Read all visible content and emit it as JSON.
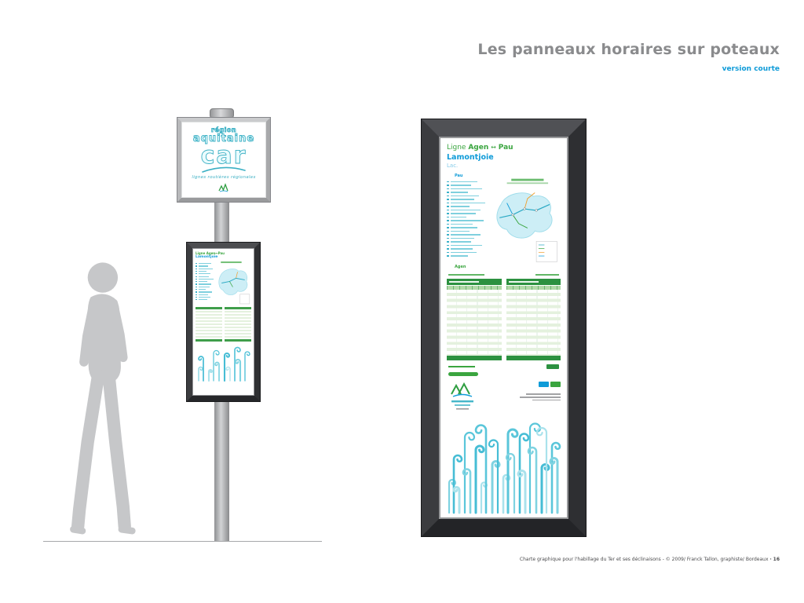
{
  "page": {
    "title": "Les panneaux horaires sur poteaux",
    "subtitle": "version courte",
    "footer_text": "Charte graphique pour l'habillage du Ter et ses déclinaisons - © 2009/ Franck Tallon, graphiste/ Bordeaux",
    "footer_sep": "·",
    "footer_page": "16"
  },
  "colors": {
    "accent_blue": "#0f9bd8",
    "brand_teal": "#45b6c9",
    "ter_green": "#3aa53f",
    "title_gray": "#8a8b8d",
    "frame_gray": "#3a3b3d",
    "silhouette_gray": "#c6c7c9"
  },
  "pole_sign": {
    "region_word": "région",
    "brand_word": "aquitaine",
    "car_word": "car",
    "tagline": "lignes routières régionales"
  },
  "panel_header": {
    "line_label": "Ligne",
    "from": "Agen",
    "arrow": "↔",
    "to": "Pau",
    "stop": "Lamontjoie",
    "stop_detail": "Lac."
  },
  "map": {
    "top_terminus": "Pau",
    "bottom_terminus": "Agen"
  }
}
